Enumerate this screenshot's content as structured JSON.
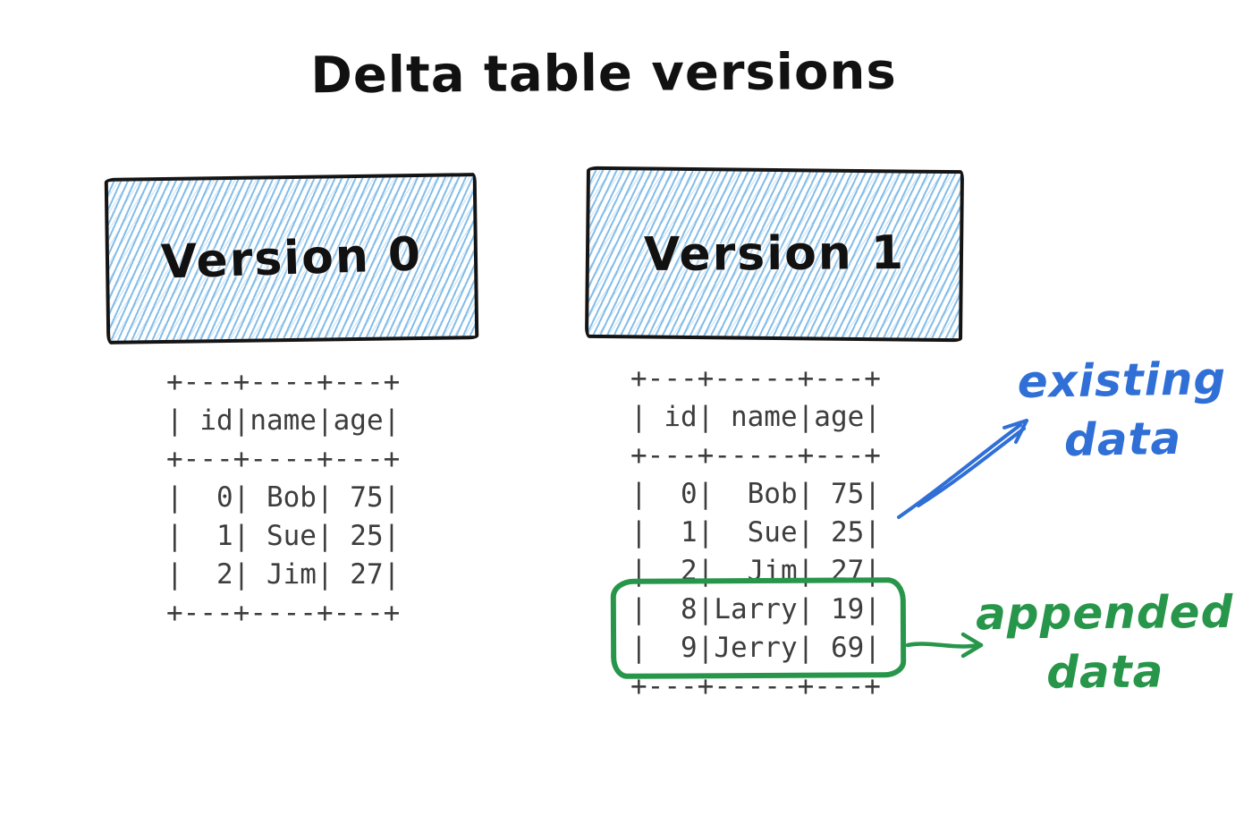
{
  "title": "Delta table versions",
  "versions": [
    {
      "label": "Version 0",
      "table": "+---+----+---+\n| id|name|age|\n+---+----+---+\n|  0| Bob| 75|\n|  1| Sue| 25|\n|  2| Jim| 27|\n+---+----+---+",
      "rows": [
        {
          "id": "0",
          "name": "Bob",
          "age": "75"
        },
        {
          "id": "1",
          "name": "Sue",
          "age": "25"
        },
        {
          "id": "2",
          "name": "Jim",
          "age": "27"
        }
      ]
    },
    {
      "label": "Version 1",
      "table": "+---+-----+---+\n| id| name|age|\n+---+-----+---+\n|  0|  Bob| 75|\n|  1|  Sue| 25|\n|  2|  Jim| 27|\n|  8|Larry| 19|\n|  9|Jerry| 69|\n+---+-----+---+",
      "rows": [
        {
          "id": "0",
          "name": "Bob",
          "age": "75"
        },
        {
          "id": "1",
          "name": "Sue",
          "age": "25"
        },
        {
          "id": "2",
          "name": "Jim",
          "age": "27"
        },
        {
          "id": "8",
          "name": "Larry",
          "age": "19"
        },
        {
          "id": "9",
          "name": "Jerry",
          "age": "69"
        }
      ]
    }
  ],
  "annotations": {
    "existing": {
      "line1": "existing",
      "line2": "data",
      "color": "#2f6fd6"
    },
    "appended": {
      "line1": "appended",
      "line2": "data",
      "color": "#27964a"
    }
  },
  "colors": {
    "hatch_blue": "#7ebae8",
    "outline_black": "#141414",
    "table_text": "#3d3d3d",
    "existing_blue": "#2f6fd6",
    "appended_green": "#27964a",
    "background": "#ffffff"
  }
}
